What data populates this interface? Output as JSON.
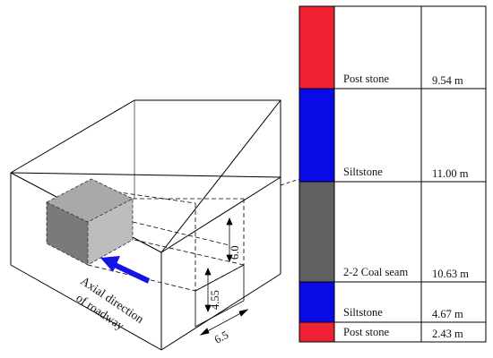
{
  "model": {
    "axial_label_line1": "Axial direction",
    "axial_label_line2": "of roadway",
    "dim_height_upper": "6.0",
    "dim_height_lower": "4.55",
    "dim_width": "6.5",
    "arrow_color": "#1414e6",
    "block_front_color": "#7a7a7a",
    "block_side_color": "#bdbdbd",
    "block_top_color": "#a9a9a9"
  },
  "strata": {
    "columns": [
      "color",
      "name",
      "thickness"
    ],
    "layers": [
      {
        "name": "Post stone",
        "thickness": "9.54 m",
        "color": "#ee2233",
        "thickness_m": 9.54
      },
      {
        "name": "Siltstone",
        "thickness": "11.00 m",
        "color": "#0a0ae6",
        "thickness_m": 11.0
      },
      {
        "name": "2-2 Coal seam",
        "thickness": "10.63 m",
        "color": "#5f6062",
        "thickness_m": 10.63
      },
      {
        "name": "Siltstone",
        "thickness": "4.67 m",
        "color": "#0a0ae6",
        "thickness_m": 4.67
      },
      {
        "name": "Post stone",
        "thickness": "2.43 m",
        "color": "#ee2233",
        "thickness_m": 2.43
      }
    ]
  }
}
